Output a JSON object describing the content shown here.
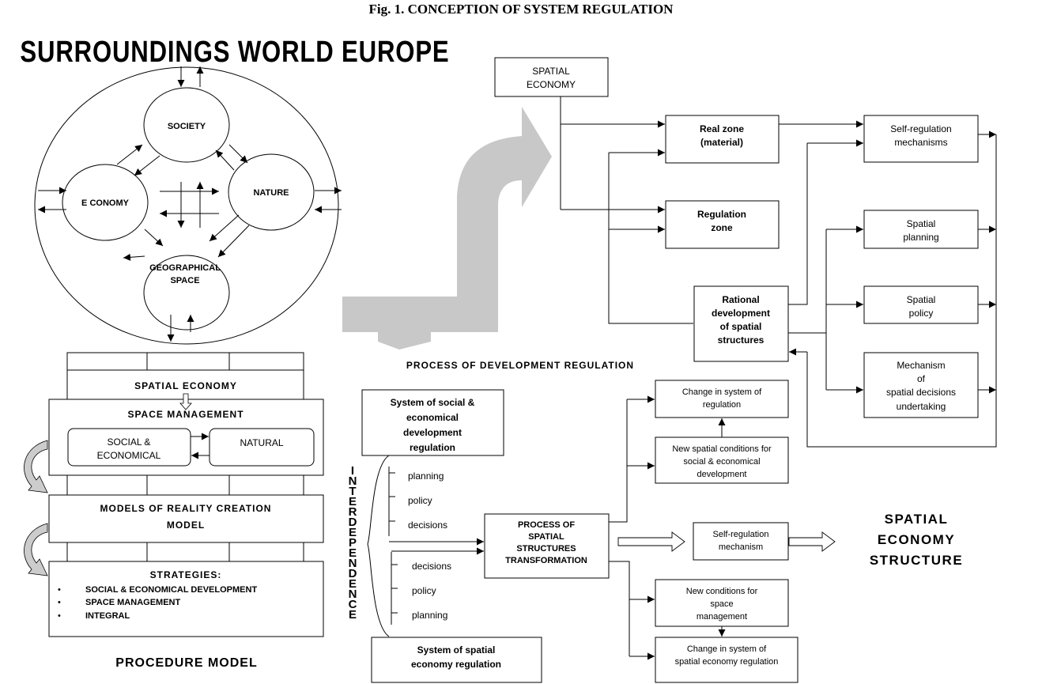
{
  "figure": {
    "title": "Fig. 1. CONCEPTION OF SYSTEM REGULATION"
  },
  "left": {
    "world_title": "SURROUNDINGS WORLD EUROPE",
    "circles": {
      "society": "SOCIETY",
      "nature": "NATURE",
      "economy": "E CONOMY",
      "geo_line1": "GEOGRAPHICAL",
      "geo_line2": "SPACE"
    },
    "spatial_economy": "SPATIAL ECONOMY",
    "space_management": "SPACE MANAGEMENT",
    "social_line1": "SOCIAL &",
    "social_line2": "ECONOMICAL",
    "natural": "NATURAL",
    "models_line1": "MODELS OF REALITY CREATION",
    "models_line2": "MODEL",
    "strategies_title": "STRATEGIES:",
    "strategies": [
      "SOCIAL & ECONOMICAL DEVELOPMENT",
      "SPACE MANAGEMENT",
      "INTEGRAL"
    ],
    "bullet": "•",
    "procedure_model": "PROCEDURE MODEL"
  },
  "top_right": {
    "spatial_line1": "SPATIAL",
    "spatial_line2": "ECONOMY",
    "real_line1": "Real zone",
    "real_line2": "(material)",
    "regulation_line1": "Regulation",
    "regulation_line2": "zone",
    "rational": [
      "Rational",
      "development",
      "of spatial",
      "structures"
    ],
    "self_reg": [
      "Self-regulation",
      "mechanisms"
    ],
    "spatial_planning": [
      "Spatial",
      "planning"
    ],
    "spatial_policy": [
      "Spatial",
      "policy"
    ],
    "mechanism": [
      "Mechanism",
      "of",
      "spatial decisions",
      "undertaking"
    ]
  },
  "process_dev": "PROCESS OF DEVELOPMENT REGULATION",
  "bottom": {
    "interdependence": [
      "I",
      "N",
      "T",
      "E",
      "R",
      "D",
      "E",
      "P",
      "E",
      "N",
      "D",
      "E",
      "N",
      "C",
      "E"
    ],
    "social_system": [
      "System of social &",
      "economical",
      "development",
      "regulation"
    ],
    "upper_items": [
      "planning",
      "policy",
      "decisions"
    ],
    "lower_items": [
      "decisions",
      "policy",
      "planning"
    ],
    "spatial_system": [
      "System of spatial",
      "economy regulation"
    ],
    "process": [
      "PROCESS  OF",
      "SPATIAL",
      "STRUCTURES",
      "TRANSFORMATION"
    ],
    "change_reg": [
      "Change in system  of",
      "regulation"
    ],
    "new_spatial": [
      "New spatial conditions for",
      "social & economical",
      "development"
    ],
    "self_mech": [
      "Self-regulation",
      "mechanism"
    ],
    "new_cond": [
      "New conditions for",
      "space",
      "management"
    ],
    "change_sp": [
      "Change in  system  of",
      "spatial economy regulation"
    ],
    "structure": [
      "SPATIAL",
      "ECONOMY",
      "STRUCTURE"
    ]
  }
}
